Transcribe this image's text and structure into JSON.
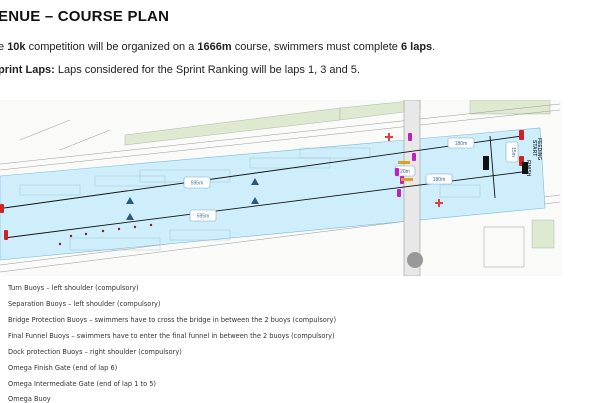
{
  "header": {
    "title": "ENUE – COURSE PLAN"
  },
  "intro": {
    "line1": {
      "pre": "e ",
      "b1": "10k",
      "mid1": " competition will be organized on a ",
      "b2": "1666m",
      "mid2": " course, swimmers must complete ",
      "b3": "6 laps",
      "post": "."
    },
    "line2": {
      "b1": "print Laps:",
      "rest": " Laps considered for the Sprint Ranking will be laps 1, 3 and 5."
    }
  },
  "map": {
    "labels": {
      "seg_top_left": "595m",
      "seg_bottom_left": "595m",
      "seg_top_right": "180m",
      "seg_bottom_right": "180m",
      "bridge": "20m",
      "turn": "15m",
      "feeding": "FEEDING",
      "start": "START",
      "finish": "FINISH"
    },
    "colors": {
      "water": "#cdeefa",
      "turn_buoy": "#d0202a",
      "bridge_buoy": "#c020c0",
      "gate": "#e0a020",
      "omega": "#2a4a6a"
    }
  },
  "legend": [
    "Turn Buoys – left shoulder (compulsory)",
    "Separation Buoys – left shoulder (compulsory)",
    "Bridge Protection Buoys – swimmers have to cross the bridge in between the 2 buoys (compulsory)",
    "Final Funnel Buoys – swimmers have to enter the final funnel in between the 2 buoys (compulsory)",
    "Dock protection Buoys – right shoulder (compulsory)",
    "Omega Finish Gate (end of lap 6)",
    "Omega Intermediate Gate (end of lap 1 to 5)",
    "Omega Buoy"
  ]
}
